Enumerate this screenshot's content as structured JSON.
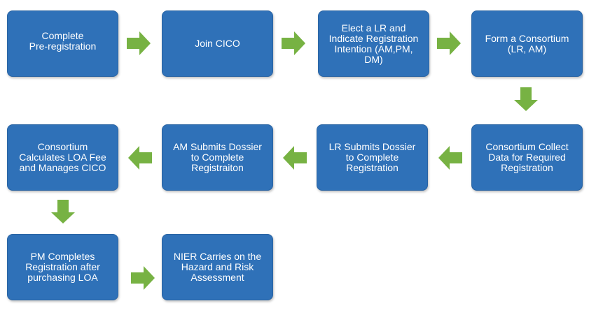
{
  "colors": {
    "box_fill": "#2f71b8",
    "box_border": "#2a64a3",
    "box_text": "#ffffff",
    "arrow": "#77b243"
  },
  "steps": [
    {
      "id": "step1",
      "label": "Complete\nPre-registration"
    },
    {
      "id": "step2",
      "label": "Join CICO"
    },
    {
      "id": "step3",
      "label": "Elect a LR and\nIndicate Registration\nIntention (AM,PM,\nDM)"
    },
    {
      "id": "step4",
      "label": "Form a Consortium\n(LR, AM)"
    },
    {
      "id": "step5",
      "label": "Consortium Collect\nData for Required\nRegistration"
    },
    {
      "id": "step6",
      "label": "LR Submits Dossier\nto Complete\nRegistration"
    },
    {
      "id": "step7",
      "label": "AM Submits Dossier\nto Complete\nRegistraiton"
    },
    {
      "id": "step8",
      "label": "Consortium\nCalculates LOA Fee\nand Manages CICO"
    },
    {
      "id": "step9",
      "label": "PM Completes\nRegistration after\npurchasing LOA"
    },
    {
      "id": "step10",
      "label": "NIER Carries on the\nHazard and Risk\nAssessment"
    }
  ],
  "arrows": [
    {
      "from": "step1",
      "to": "step2",
      "direction": "right"
    },
    {
      "from": "step2",
      "to": "step3",
      "direction": "right"
    },
    {
      "from": "step3",
      "to": "step4",
      "direction": "right"
    },
    {
      "from": "step4",
      "to": "step5",
      "direction": "down"
    },
    {
      "from": "step5",
      "to": "step6",
      "direction": "left"
    },
    {
      "from": "step6",
      "to": "step7",
      "direction": "left"
    },
    {
      "from": "step7",
      "to": "step8",
      "direction": "left"
    },
    {
      "from": "step8",
      "to": "step9",
      "direction": "down"
    },
    {
      "from": "step9",
      "to": "step10",
      "direction": "right"
    }
  ]
}
